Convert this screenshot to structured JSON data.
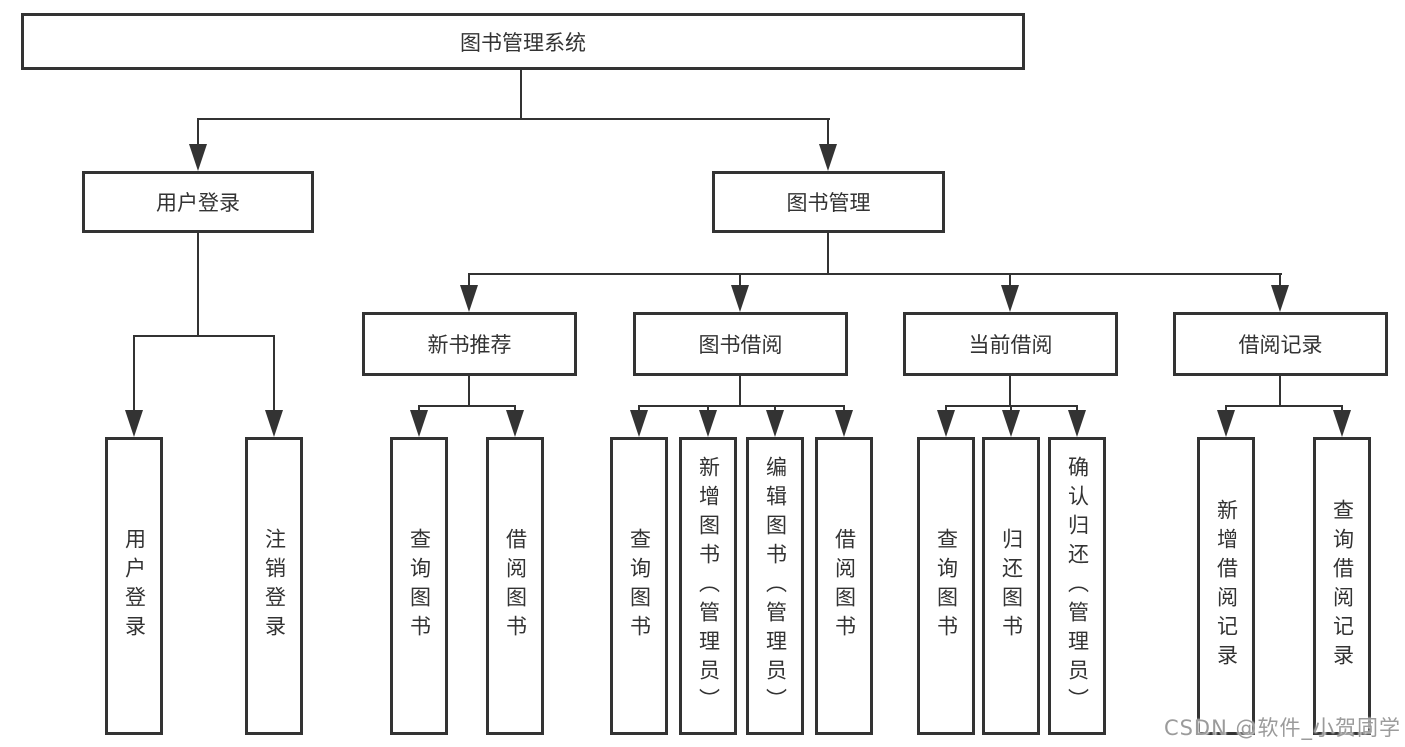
{
  "page": {
    "background": "#ffffff"
  },
  "colors": {
    "line": "#333333",
    "box_border": "#333333",
    "text": "#333333",
    "watermark": "#9b9b9b"
  },
  "tree": {
    "root": {
      "label": "图书管理系统"
    },
    "branches": [
      {
        "label": "用户登录",
        "children": [
          {
            "label": "用户登录"
          },
          {
            "label": "注销登录"
          }
        ]
      },
      {
        "label": "图书管理",
        "children": [
          {
            "label": "新书推荐",
            "children": [
              {
                "label": "查询图书"
              },
              {
                "label": "借阅图书"
              }
            ]
          },
          {
            "label": "图书借阅",
            "children": [
              {
                "label": "查询图书"
              },
              {
                "label": "新增图书（管理员）"
              },
              {
                "label": "编辑图书（管理员）"
              },
              {
                "label": "借阅图书"
              }
            ]
          },
          {
            "label": "当前借阅",
            "children": [
              {
                "label": "查询图书"
              },
              {
                "label": "归还图书"
              },
              {
                "label": "确认归还（管理员）"
              }
            ]
          },
          {
            "label": "借阅记录",
            "children": [
              {
                "label": "新增借阅记录"
              },
              {
                "label": "查询借阅记录"
              }
            ]
          }
        ]
      }
    ]
  },
  "watermark": {
    "text": "CSDN @软件_小贺同学"
  }
}
